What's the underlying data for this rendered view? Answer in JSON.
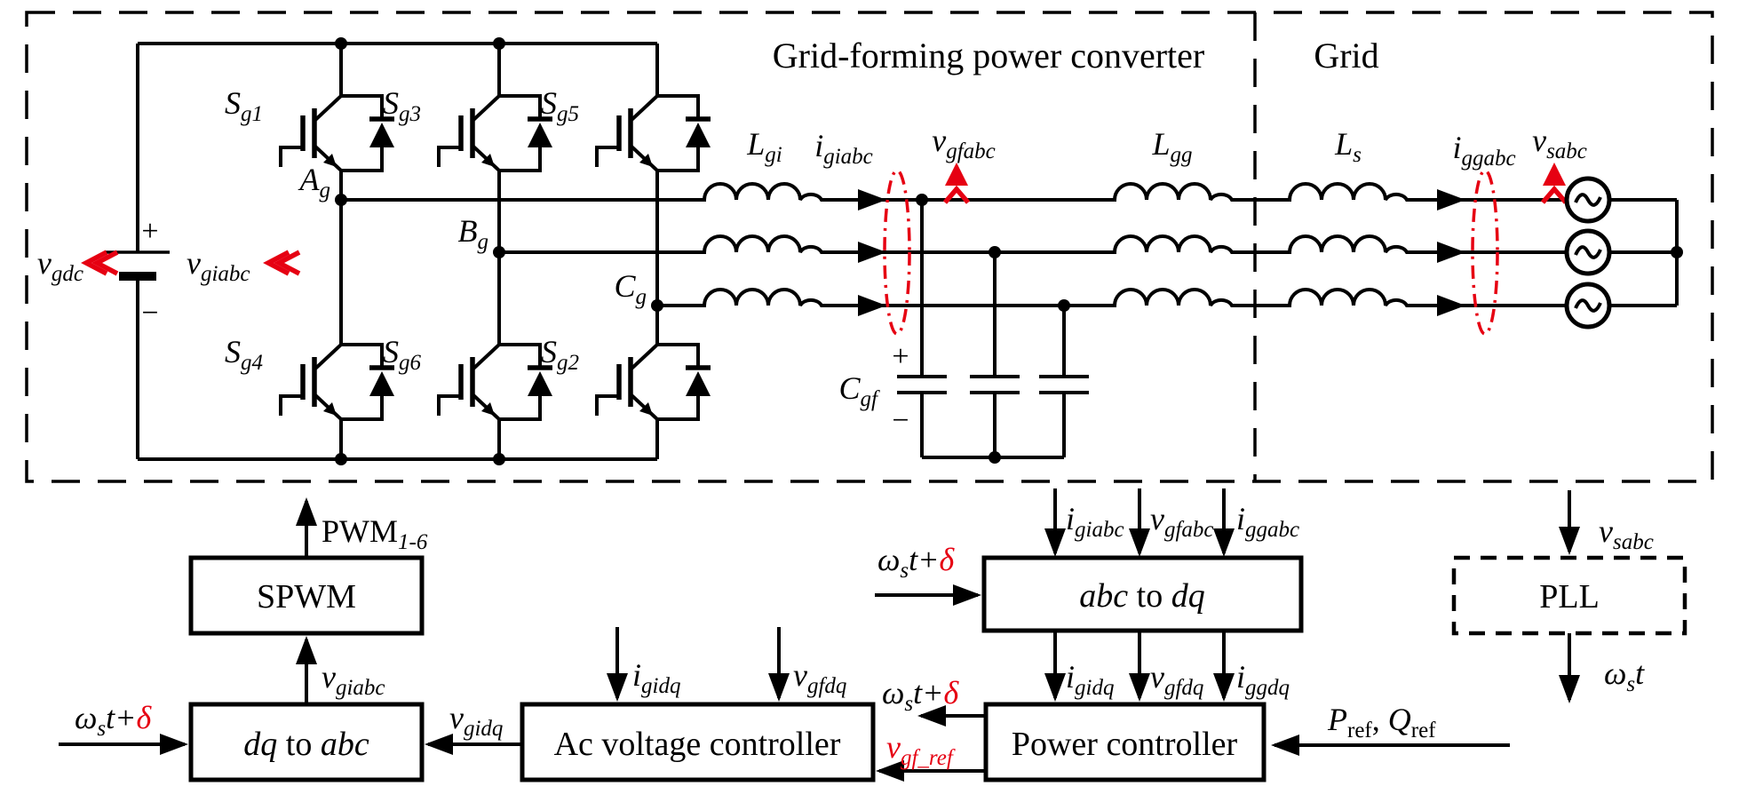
{
  "palette": {
    "ink": "#000000",
    "red": "#e60012",
    "bg": "#ffffff"
  },
  "titles": {
    "converter": "Grid-forming power converter",
    "grid": "Grid"
  },
  "blocks": {
    "spwm": "SPWM",
    "pll": "PLL",
    "ac_voltage_controller": "Ac voltage controller",
    "power_controller": "Power controller",
    "dq": "dq",
    "abc": "abc",
    "to": " to "
  },
  "sig": {
    "vgdc": {
      "b": "v",
      "s": "gdc"
    },
    "vgiabc": {
      "b": "v",
      "s": "giabc"
    },
    "sg1": {
      "b": "S",
      "s": "g1"
    },
    "sg3": {
      "b": "S",
      "s": "g3"
    },
    "sg5": {
      "b": "S",
      "s": "g5"
    },
    "sg4": {
      "b": "S",
      "s": "g4"
    },
    "sg6": {
      "b": "S",
      "s": "g6"
    },
    "sg2": {
      "b": "S",
      "s": "g2"
    },
    "ag": {
      "b": "A",
      "s": "g"
    },
    "bg": {
      "b": "B",
      "s": "g"
    },
    "cg": {
      "b": "C",
      "s": "g"
    },
    "lgi": {
      "b": "L",
      "s": "gi"
    },
    "lgg": {
      "b": "L",
      "s": "gg"
    },
    "ls": {
      "b": "L",
      "s": "s"
    },
    "igiabc": {
      "b": "i",
      "s": "giabc"
    },
    "vgfabc": {
      "b": "v",
      "s": "gfabc"
    },
    "iggabc": {
      "b": "i",
      "s": "ggabc"
    },
    "vsabc": {
      "b": "v",
      "s": "sabc"
    },
    "cgf": {
      "b": "C",
      "s": "gf"
    },
    "pwm": {
      "b": "PWM",
      "s": "1-6"
    },
    "vgidq": {
      "b": "v",
      "s": "gidq"
    },
    "igidq": {
      "b": "i",
      "s": "gidq"
    },
    "vgfdq": {
      "b": "v",
      "s": "gfdq"
    },
    "iggdq": {
      "b": "i",
      "s": "ggdq"
    },
    "vgf_ref": {
      "b": "v",
      "s": "gf_ref"
    },
    "pref": {
      "b": "P",
      "s": "ref"
    },
    "qref": {
      "b": "Q",
      "s": "ref"
    }
  },
  "greek": {
    "omega": "ω",
    "s": "s",
    "t_plus": "t+",
    "t": "t",
    "delta": "δ"
  },
  "misc": {
    "plus": "+",
    "minus": "−",
    "comma": ", "
  }
}
